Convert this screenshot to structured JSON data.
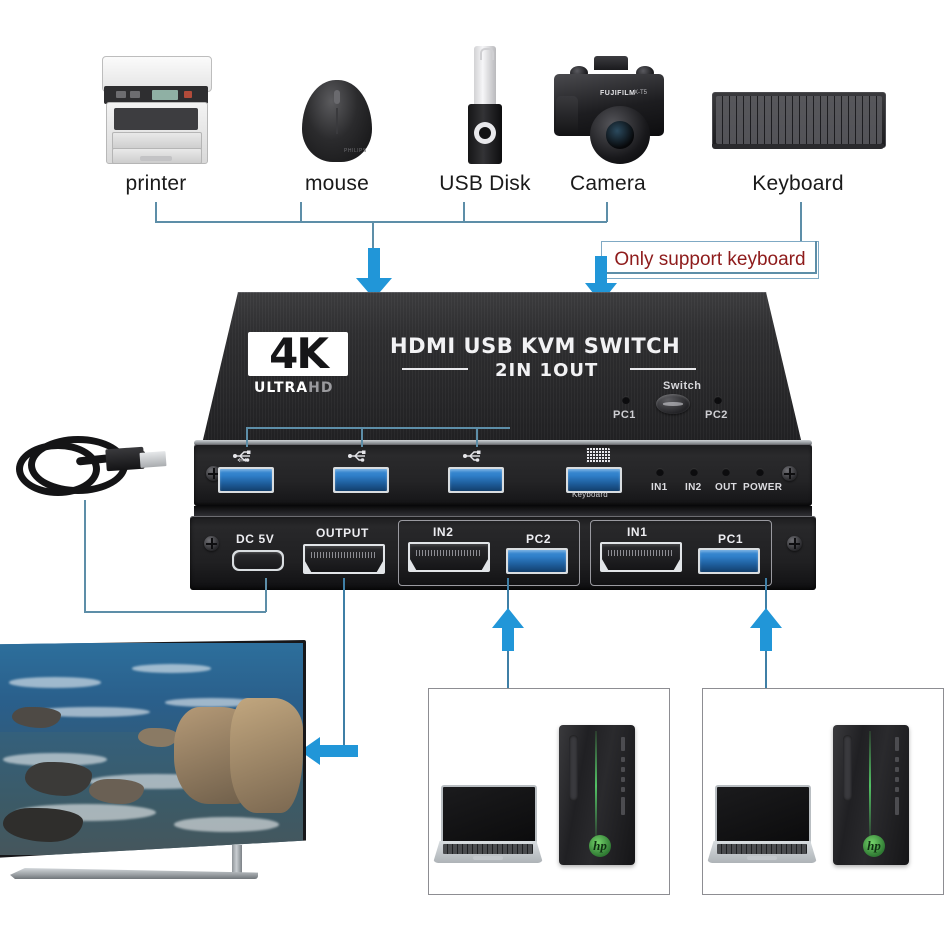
{
  "diagram": {
    "title": "HDMI USB KVM Switch 2 In 1 Out connection diagram",
    "accent_color": "#2196d8",
    "line_color": "#5d8ea8",
    "warning_color": "#8e1b1b"
  },
  "peripherals": [
    {
      "id": "printer",
      "label": "printer",
      "icon": "printer-icon"
    },
    {
      "id": "mouse",
      "label": "mouse",
      "icon": "mouse-icon"
    },
    {
      "id": "usb_disk",
      "label": "USB Disk",
      "icon": "usb-flash-drive-icon"
    },
    {
      "id": "camera",
      "label": "Camera",
      "icon": "camera-icon"
    },
    {
      "id": "keyboard",
      "label": "Keyboard",
      "icon": "keyboard-icon"
    }
  ],
  "warning": {
    "text": "Only support keyboard"
  },
  "device": {
    "logo": {
      "resolution": "4K",
      "ultra": "ULTRA",
      "hd": "HD"
    },
    "brand_line_1": "HDMI  USB KVM SWITCH",
    "brand_line_2": "2IN 1OUT",
    "switch": {
      "label": "Switch",
      "left_led": "PC1",
      "right_led": "PC2"
    },
    "front_ports": [
      {
        "label": "",
        "icon": "usb-icon",
        "type": "usb"
      },
      {
        "label": "",
        "icon": "usb-icon",
        "type": "usb"
      },
      {
        "label": "",
        "icon": "usb-icon",
        "type": "usb"
      },
      {
        "label": "Keyboard",
        "icon": "keyboard-icon",
        "type": "usb"
      }
    ],
    "front_leds": [
      "IN1",
      "IN2",
      "OUT",
      "POWER"
    ],
    "rear_ports": [
      {
        "label": "DC 5V",
        "type": "usb-c"
      },
      {
        "label": "OUTPUT",
        "type": "hdmi"
      },
      {
        "label": "IN2",
        "type": "hdmi"
      },
      {
        "label": "PC2",
        "type": "usb"
      },
      {
        "label": "IN1",
        "type": "hdmi"
      },
      {
        "label": "PC1",
        "type": "usb"
      }
    ]
  },
  "power_cable": {
    "label": "",
    "icon": "usb-cable-icon"
  },
  "display": {
    "label": "",
    "icon": "tv-icon",
    "screen_content": "ocean rocks photo"
  },
  "computers": [
    {
      "id": "pc2",
      "devices": [
        "laptop",
        "desktop-tower"
      ],
      "brand_mark": "hp"
    },
    {
      "id": "pc1",
      "devices": [
        "laptop",
        "desktop-tower"
      ],
      "brand_mark": "hp"
    }
  ]
}
